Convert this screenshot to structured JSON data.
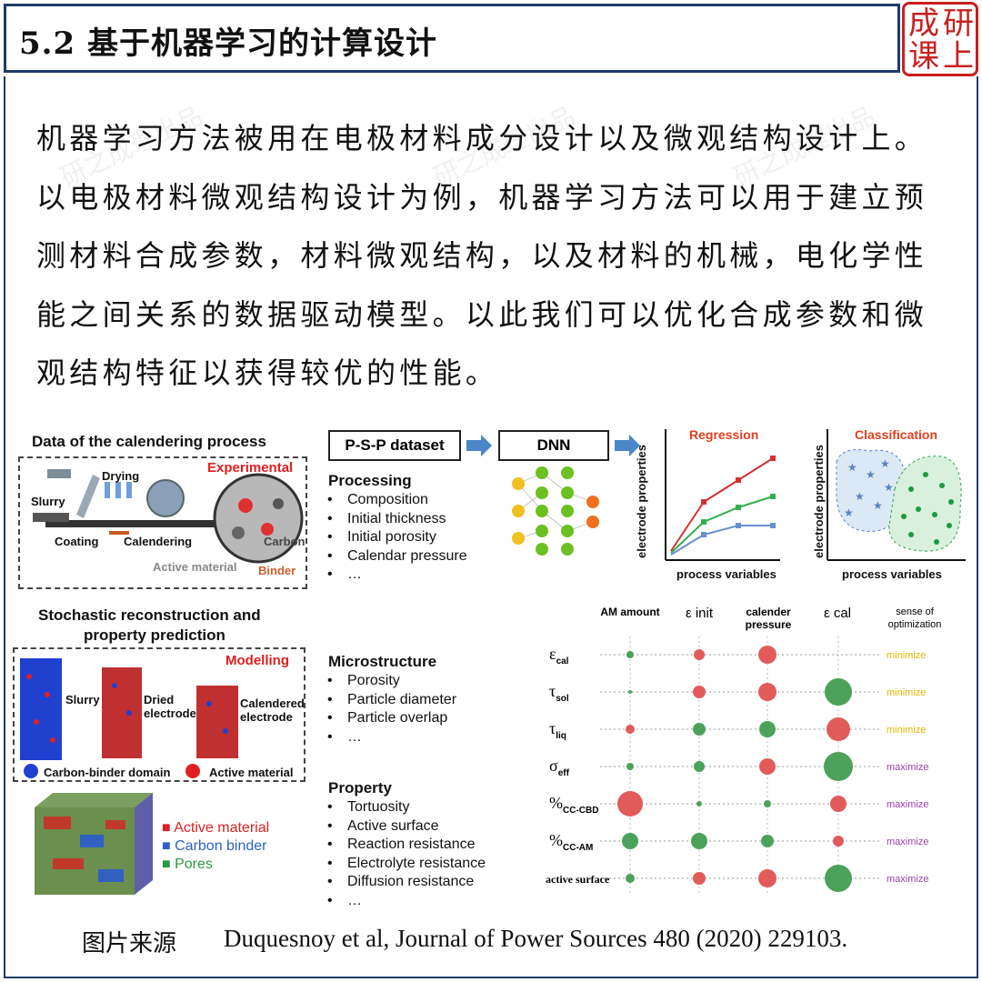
{
  "header": {
    "title": "5.2 基于机器学习的计算设计"
  },
  "seal": {
    "chars": [
      "成",
      "研",
      "课",
      "上"
    ]
  },
  "watermark": {
    "text": "研之成理出品"
  },
  "paragraph": "机器学习方法被用在电极材料成分设计以及微观结构设计上。以电极材料微观结构设计为例，机器学习方法可以用于建立预测材料合成参数，材料微观结构，以及材料的机械，电化学性能之间关系的数据驱动模型。以此我们可以优化合成参数和微观结构特征以获得较优的性能。",
  "figure": {
    "calendering": {
      "title": "Data of the calendering process",
      "tag": "Experimental",
      "labels": {
        "slurry": "Slurry",
        "drying": "Drying",
        "coating": "Coating",
        "calendering": "Calendering",
        "carbon": "Carbon",
        "active": "Active material",
        "binder": "Binder"
      }
    },
    "stochastic": {
      "title_line1": "Stochastic reconstruction and",
      "title_line2": "property prediction",
      "tag": "Modelling",
      "labels": {
        "slurry": "Slurry",
        "dried": "Dried electrode",
        "calendered": "Calendered electrode",
        "cbd": "Carbon-binder domain",
        "am": "Active material"
      }
    },
    "cube_legend": [
      "Active material",
      "Carbon binder",
      "Pores"
    ],
    "pipeline": {
      "dataset": "P-S-P dataset",
      "model": "DNN"
    },
    "processing": {
      "title": "Processing",
      "items": [
        "Composition",
        "Initial thickness",
        "Initial porosity",
        "Calendar pressure",
        "…"
      ]
    },
    "microstructure": {
      "title": "Microstructure",
      "items": [
        "Porosity",
        "Particle diameter",
        "Particle overlap",
        "…"
      ]
    },
    "property": {
      "title": "Property",
      "items": [
        "Tortuosity",
        "Active surface",
        "Reaction resistance",
        "Electrolyte resistance",
        "Diffusion resistance",
        "…"
      ]
    },
    "regression": {
      "title": "Regression",
      "ylabel": "electrode properties",
      "xlabel": "process variables"
    },
    "classification": {
      "title": "Classification",
      "ylabel": "electrode properties",
      "xlabel": "process variables"
    },
    "matrix": {
      "columns": [
        "AM amount",
        "ε init",
        "calender pressure",
        "ε cal",
        "sense of optimization"
      ],
      "rows": [
        {
          "label": "ε",
          "sub": "cal",
          "sense": "minimize"
        },
        {
          "label": "τ",
          "sub": "sol",
          "sense": "minimize"
        },
        {
          "label": "τ",
          "sub": "liq",
          "sense": "minimize"
        },
        {
          "label": "σ",
          "sub": "eff",
          "sense": "maximize"
        },
        {
          "label": "%",
          "sub": "CC-CBD",
          "sense": "maximize"
        },
        {
          "label": "%",
          "sub": "CC-AM",
          "sense": "maximize"
        },
        {
          "label": "active surface",
          "sub": "",
          "sense": "maximize"
        }
      ],
      "bubbles": [
        [
          [
            "g",
            4
          ],
          [
            "r",
            6
          ],
          [
            "r",
            10
          ],
          [
            "n",
            0
          ]
        ],
        [
          [
            "g",
            2
          ],
          [
            "r",
            7
          ],
          [
            "r",
            10
          ],
          [
            "g",
            15
          ]
        ],
        [
          [
            "r",
            5
          ],
          [
            "g",
            7
          ],
          [
            "g",
            9
          ],
          [
            "r",
            13
          ]
        ],
        [
          [
            "g",
            4
          ],
          [
            "g",
            6
          ],
          [
            "r",
            9
          ],
          [
            "g",
            16
          ]
        ],
        [
          [
            "r",
            14
          ],
          [
            "g",
            3
          ],
          [
            "g",
            4
          ],
          [
            "r",
            9
          ]
        ],
        [
          [
            "g",
            9
          ],
          [
            "g",
            9
          ],
          [
            "g",
            7
          ],
          [
            "r",
            6
          ]
        ],
        [
          [
            "g",
            5
          ],
          [
            "r",
            7
          ],
          [
            "r",
            10
          ],
          [
            "g",
            15
          ]
        ]
      ],
      "colors": {
        "g": "#4ca25a",
        "r": "#e25b5b",
        "minimize": "#e6b800",
        "maximize": "#a040b0"
      }
    }
  },
  "footer": {
    "label": "图片来源",
    "citation": "Duquesnoy et al, Journal of Power Sources 480 (2020) 229103."
  }
}
